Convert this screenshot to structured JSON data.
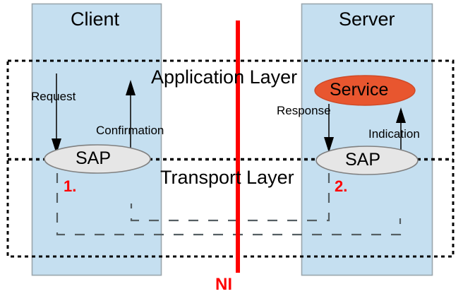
{
  "diagram": {
    "title_client": "Client",
    "title_server": "Server",
    "layers": {
      "application": "Application Layer",
      "transport": "Transport Layer"
    },
    "client": {
      "sap_label": "SAP",
      "request_label": "Request",
      "confirmation_label": "Confirmation",
      "step_label": "1."
    },
    "server": {
      "sap_label": "SAP",
      "service_label": "Service",
      "response_label": "Response",
      "indication_label": "Indication",
      "step_label": "2."
    },
    "network_interface_label": "NI",
    "colors": {
      "box_fill": "#c5dff0",
      "box_stroke": "#9aa6ad",
      "sap_fill": "#e6e6e6",
      "sap_stroke": "#808080",
      "service_fill": "#e8562f",
      "service_stroke": "#b03a1c",
      "accent_red": "#ff0000",
      "line": "#000000",
      "dash_line": "#555f63"
    }
  }
}
